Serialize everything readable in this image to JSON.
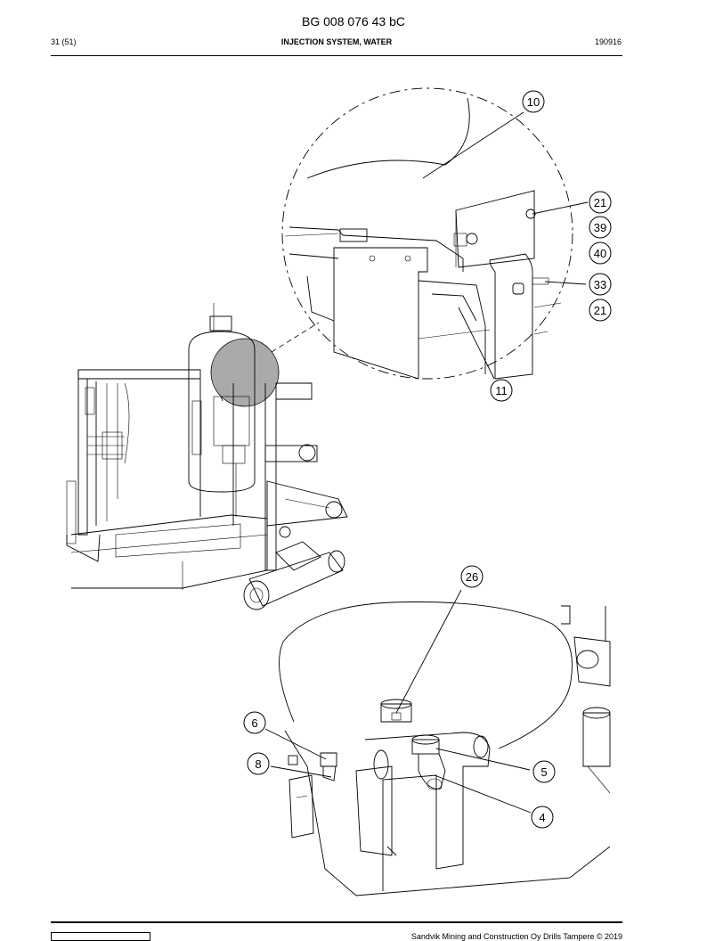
{
  "header": {
    "doc_code": "BG 008 076 43 bC",
    "page": "31 (51)",
    "section": "INJECTION SYSTEM, WATER",
    "date": "190916"
  },
  "footer": {
    "copyright": "Sandvik Mining and Construction Oy Drills Tampere © 2019"
  },
  "callouts": {
    "top": [
      "10",
      "21",
      "39",
      "40",
      "33",
      "21",
      "11"
    ],
    "bottom": [
      "26",
      "6",
      "8",
      "5",
      "4"
    ]
  }
}
